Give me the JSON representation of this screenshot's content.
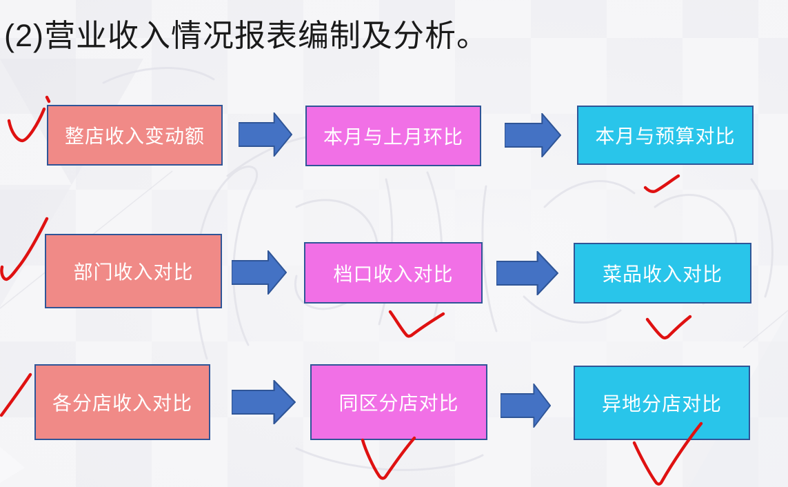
{
  "slide": {
    "title": "(2)营业收入情况报表编制及分析。"
  },
  "colors": {
    "background": "#f5f5f7",
    "box_salmon": "#f08a87",
    "box_magenta": "#f170e6",
    "box_cyan": "#29c5ea",
    "box_border": "#2f5597",
    "box_text": "#ffffff",
    "arrow_fill": "#4472c4",
    "arrow_border": "#2f5597",
    "ink_red": "#df1111",
    "title_text": "#1a1a1a"
  },
  "flow": {
    "rows": [
      {
        "steps": [
          {
            "label": "整店收入变动额",
            "color": "salmon"
          },
          {
            "label": "本月与上月环比",
            "color": "magenta"
          },
          {
            "label": "本月与预算对比",
            "color": "cyan"
          }
        ]
      },
      {
        "steps": [
          {
            "label": "部门收入对比",
            "color": "salmon"
          },
          {
            "label": "档口收入对比",
            "color": "magenta"
          },
          {
            "label": "菜品收入对比",
            "color": "cyan"
          }
        ]
      },
      {
        "steps": [
          {
            "label": "各分店收入对比",
            "color": "salmon"
          },
          {
            "label": "同区分店对比",
            "color": "magenta"
          },
          {
            "label": "异地分店对比",
            "color": "cyan"
          }
        ]
      }
    ]
  },
  "annotations": {
    "ink_marks": [
      {
        "shape": "dot",
        "near": "整店收入变动额"
      },
      {
        "shape": "checkmark",
        "near": "整店收入变动额"
      },
      {
        "shape": "checkmark",
        "near": "部门收入对比"
      },
      {
        "shape": "upstroke",
        "near": "各分店收入对比"
      },
      {
        "shape": "checkmark",
        "near": "本月与预算对比"
      },
      {
        "shape": "checkmark",
        "near": "档口收入对比"
      },
      {
        "shape": "checkmark",
        "near": "菜品收入对比"
      },
      {
        "shape": "checkmark",
        "near": "同区分店对比"
      },
      {
        "shape": "checkmark",
        "near": "异地分店对比"
      }
    ]
  }
}
